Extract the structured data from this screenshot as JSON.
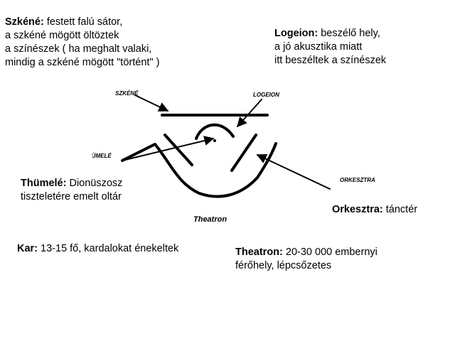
{
  "notes": {
    "szkene": {
      "term": "Szkéné:",
      "lines": [
        " festett falú sátor,",
        " a szkéné mögött öltöztek",
        "a színészek ( ha meghalt valaki,",
        "mindig a szkéné mögött \"történt\" )"
      ]
    },
    "logeion": {
      "term": "Logeion:",
      "lines": [
        " beszélő hely,",
        "a jó akusztika miatt",
        "itt beszéltek a színészek"
      ]
    },
    "thumele": {
      "term": "Thümelé:",
      "lines": [
        " Dionüszosz",
        "tiszteletére emelt oltár"
      ]
    },
    "orkesztra": {
      "term": "Orkesztra:",
      "lines": [
        " tánctér"
      ]
    },
    "kar": {
      "term": "Kar:",
      "lines": [
        " 13-15 fő, kardalokat énekeltek"
      ]
    },
    "theatron": {
      "term": "Theatron:",
      "lines": [
        " 20-30 000 embernyi",
        "férőhely, lépcsőzetes"
      ]
    }
  },
  "sketch": {
    "labels": {
      "szkene": "SZKÉNÉ",
      "logeion": "LOGEION",
      "thumele": "THÜMELÉ",
      "orkesztra": "ORKESZTRA",
      "theatron": "Theatron"
    },
    "ink_color": "#000000"
  }
}
